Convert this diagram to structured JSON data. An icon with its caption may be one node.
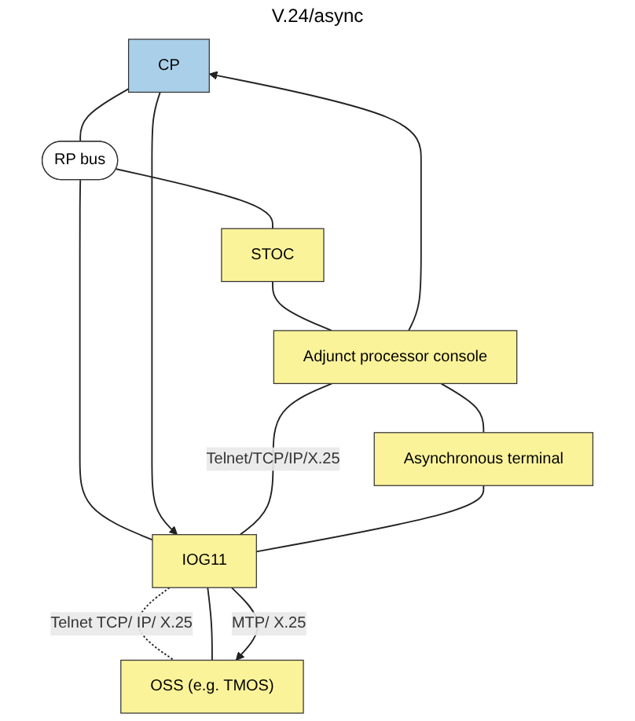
{
  "diagram": {
    "nodes": [
      {
        "text": [
          "CP"
        ]
      },
      {
        "text": [
          "RP bus"
        ]
      },
      {
        "text": [
          "STOC"
        ]
      },
      {
        "text": [
          "Adjunct processor console"
        ]
      },
      {
        "text": [
          "IOG11"
        ]
      },
      {
        "text": [
          "Asynchronous terminal"
        ]
      },
      {
        "text": [
          "OSS (e.g. TMOS)"
        ]
      }
    ],
    "edges": [
      {
        "from": 0,
        "to": 1,
        "arrow": "none"
      },
      {
        "from": 1,
        "to": 2,
        "arrow": "none"
      },
      {
        "from": 2,
        "to": 3,
        "arrow": "none"
      },
      {
        "from": 1,
        "to": 4,
        "arrow": "none"
      },
      {
        "from": 3,
        "to": 0,
        "arrow": "to"
      },
      {
        "from": 0,
        "to": 4,
        "arrow": "to"
      },
      {
        "from": 3,
        "to": 4,
        "label": "Telnet/TCP/IP/X.25",
        "arrow": "none"
      },
      {
        "from": 3,
        "to": 5,
        "arrow": "none"
      },
      {
        "from": 5,
        "to": 4,
        "arrow": "none"
      },
      {
        "from": 4,
        "to": 6,
        "label": "Telnet TCP/ IP/ X.25",
        "arrow": "none",
        "style": "dashed"
      },
      {
        "from": 4,
        "to": 6,
        "arrow": "none"
      },
      {
        "from": 4,
        "to": 6,
        "label": "MTP/ X.25",
        "arrow": "to"
      }
    ],
    "labels": [
      "V.24/async"
    ]
  }
}
